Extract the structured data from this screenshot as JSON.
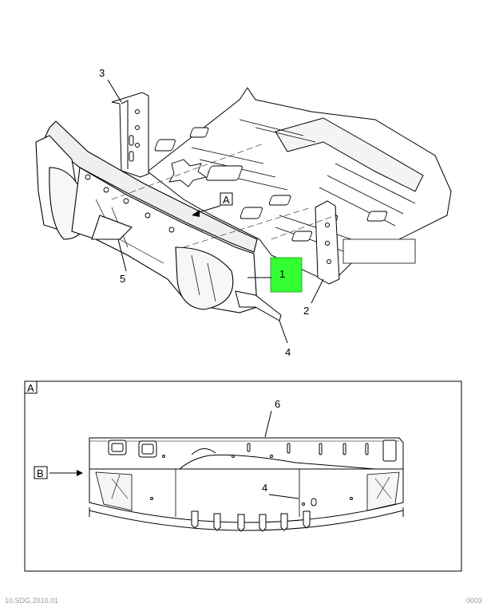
{
  "callouts": {
    "c1": "1",
    "c2": "2",
    "c3": "3",
    "c4": "4",
    "c5": "5",
    "c6": "6",
    "c4b": "4",
    "view_a": "A",
    "view_a_frame": "A",
    "view_b": "B"
  },
  "highlight_color": "#33ff33",
  "footer": {
    "left": "10.SDG.2010.01",
    "right": "0003"
  }
}
